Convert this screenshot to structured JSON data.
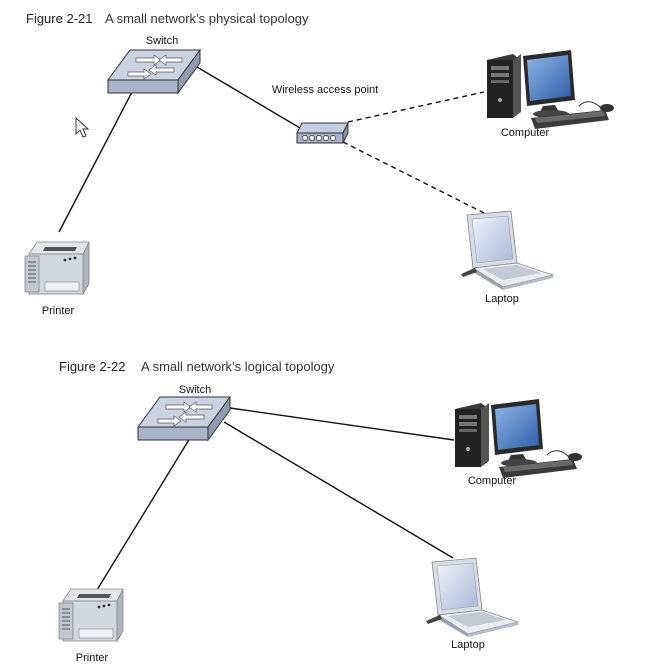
{
  "figures": [
    {
      "number": "Figure 2-21",
      "caption": "A small network’s physical topology",
      "labels": {
        "switch": "Switch",
        "access_point": "Wireless access point",
        "computer": "Computer",
        "laptop": "Laptop",
        "printer": "Printer"
      }
    },
    {
      "number": "Figure 2-22",
      "caption": "A small network’s logical topology",
      "labels": {
        "switch": "Switch",
        "computer": "Computer",
        "laptop": "Laptop",
        "printer": "Printer"
      }
    }
  ],
  "icons": {
    "switch": "network-switch-icon",
    "access_point": "wireless-access-point-icon",
    "computer": "desktop-computer-icon",
    "laptop": "laptop-icon",
    "printer": "printer-icon",
    "cursor": "mouse-cursor-icon"
  },
  "colors": {
    "device_body": "#b9c3d3",
    "device_dark": "#1e1e1e",
    "screen": "#3d78c4",
    "line": "#111111"
  }
}
